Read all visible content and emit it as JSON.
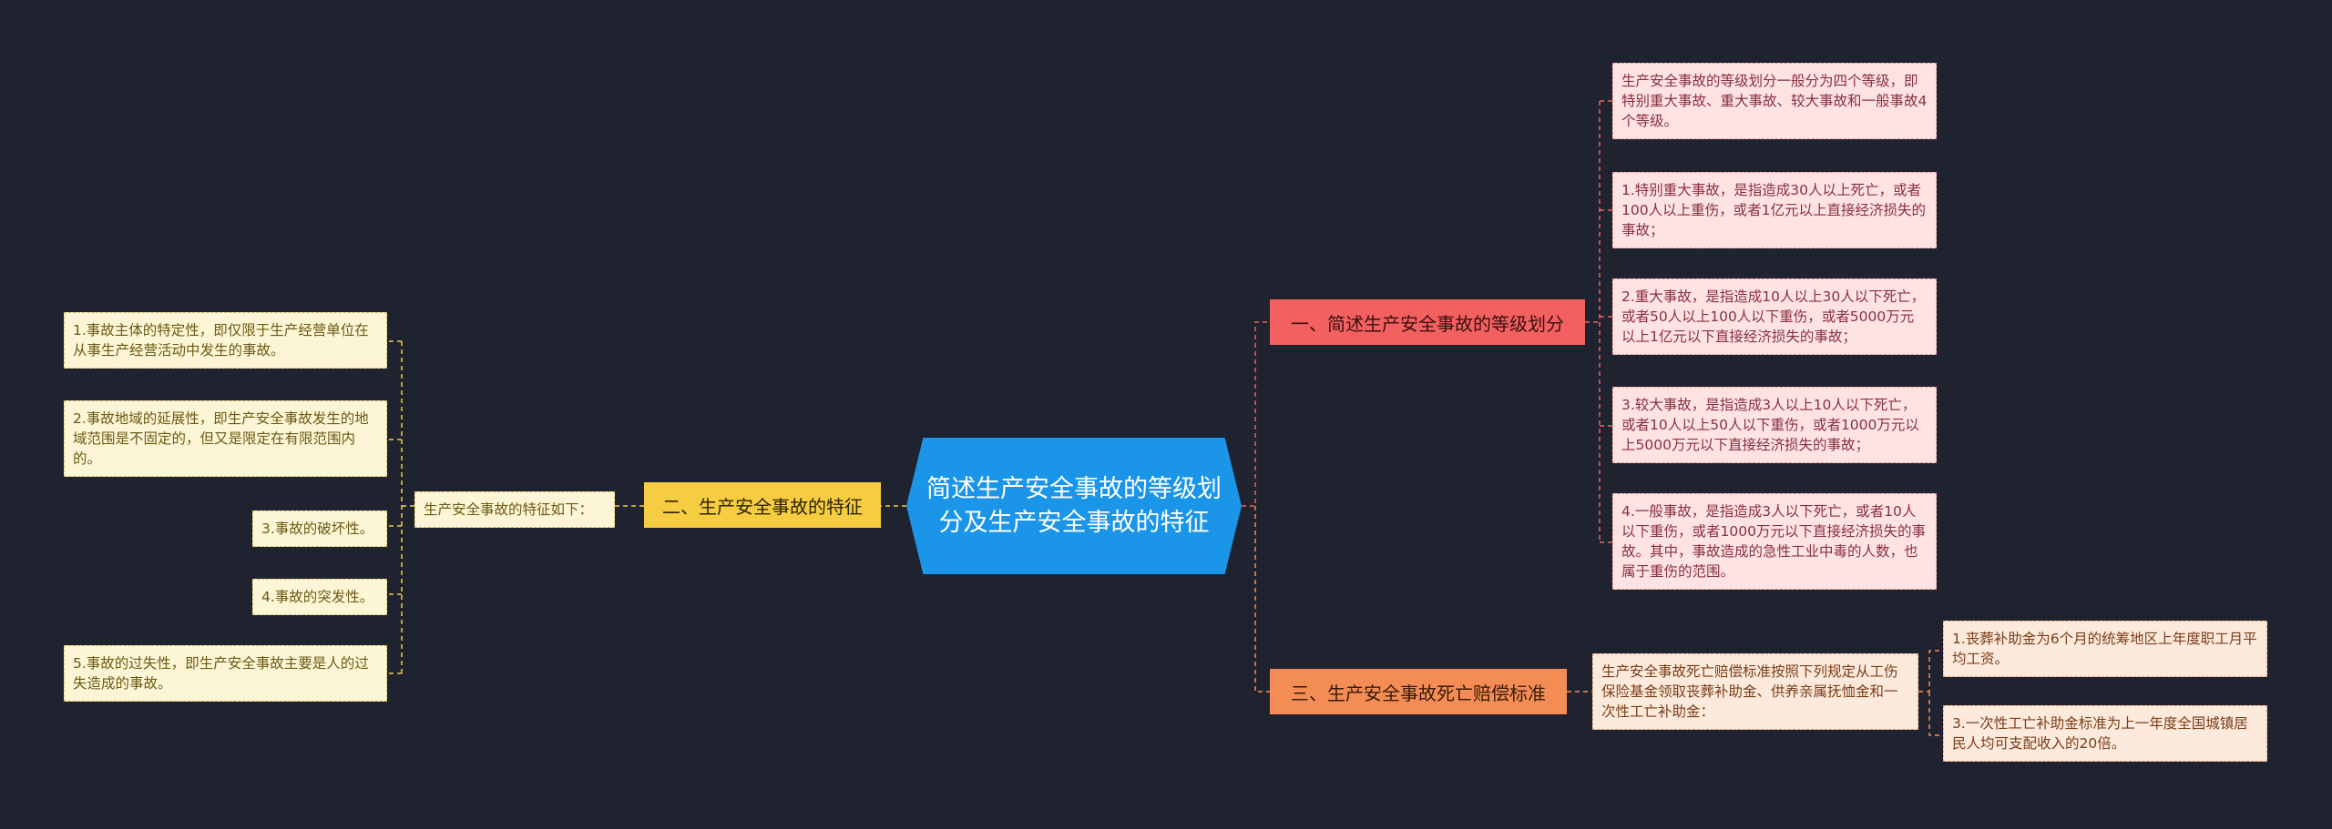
{
  "center": {
    "title": "简述生产安全事故的等级划分及生产安全事故的特征"
  },
  "branch1": {
    "label": "一、简述生产安全事故的等级划分",
    "items": [
      "生产安全事故的等级划分一般分为四个等级，即特别重大事故、重大事故、较大事故和一般事故4个等级。",
      "1.特别重大事故，是指造成30人以上死亡，或者100人以上重伤，或者1亿元以上直接经济损失的事故；",
      "2.重大事故，是指造成10人以上30人以下死亡，或者50人以上100人以下重伤，或者5000万元以上1亿元以下直接经济损失的事故；",
      "3.较大事故，是指造成3人以上10人以下死亡，或者10人以上50人以下重伤，或者1000万元以上5000万元以下直接经济损失的事故；",
      "4.一般事故，是指造成3人以下死亡，或者10人以下重伤，或者1000万元以下直接经济损失的事故。其中，事故造成的急性工业中毒的人数，也属于重伤的范围。"
    ]
  },
  "branch2": {
    "label": "二、生产安全事故的特征",
    "sub": "生产安全事故的特征如下：",
    "items": [
      "1.事故主体的特定性，即仅限于生产经营单位在从事生产经营活动中发生的事故。",
      "2.事故地域的延展性，即生产安全事故发生的地域范围是不固定的，但又是限定在有限范围内的。",
      "3.事故的破坏性。",
      "4.事故的突发性。",
      "5.事故的过失性，即生产安全事故主要是人的过失造成的事故。"
    ]
  },
  "branch3": {
    "label": "三、生产安全事故死亡赔偿标准",
    "sub": "生产安全事故死亡赔偿标准按照下列规定从工伤保险基金领取丧葬补助金、供养亲属抚恤金和一次性工亡补助金：",
    "items": [
      "1.丧葬补助金为6个月的统筹地区上年度职工月平均工资。",
      "3.一次性工亡补助金标准为上一年度全国城镇居民人均可支配收入的20倍。"
    ]
  },
  "colors": {
    "background": "#1f2330",
    "center": "#1b95e8",
    "branch1": "#f36060",
    "branch2": "#f6cc40",
    "branch3": "#f38d55"
  }
}
